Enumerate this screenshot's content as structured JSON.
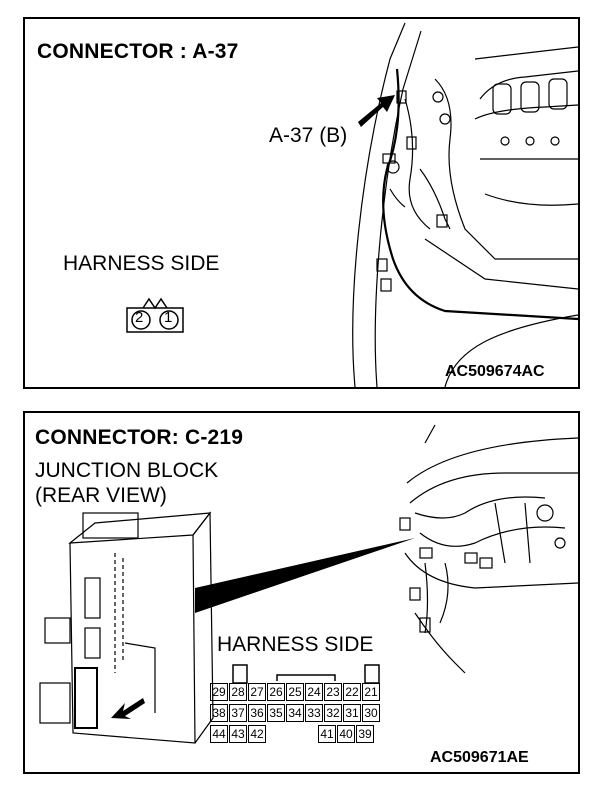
{
  "panel_a": {
    "title": "CONNECTOR : A-37",
    "location_label": "A-37 (B)",
    "harness_label": "HARNESS SIDE",
    "pins": [
      "2",
      "1"
    ],
    "code": "AC509674AC"
  },
  "panel_c": {
    "title": "CONNECTOR: C-219",
    "subtitle_1": "JUNCTION BLOCK",
    "subtitle_2": "(REAR VIEW)",
    "harness_label": "HARNESS SIDE",
    "rows": [
      [
        "29",
        "28",
        "27",
        "26",
        "25",
        "24",
        "23",
        "22",
        "21"
      ],
      [
        "38",
        "37",
        "36",
        "35",
        "34",
        "33",
        "32",
        "31",
        "30"
      ],
      [
        "44",
        "43",
        "42",
        "",
        "",
        "",
        "41",
        "40",
        "39"
      ]
    ],
    "code": "AC509671AE"
  }
}
